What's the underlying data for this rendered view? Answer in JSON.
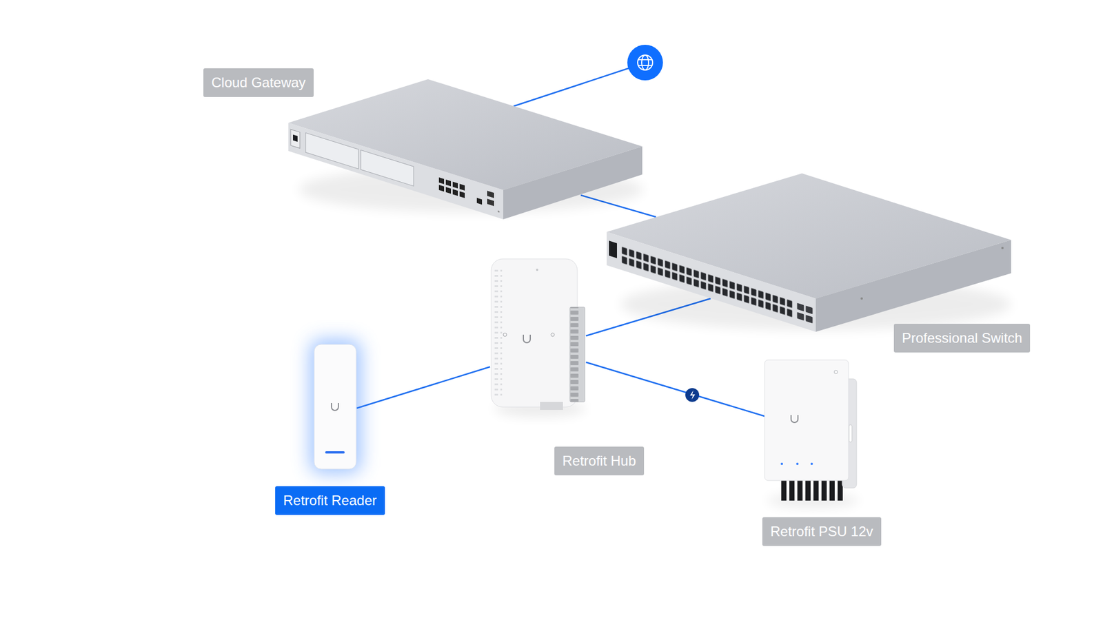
{
  "diagram": {
    "nodes": [
      {
        "text": [
          "Cloud Gateway"
        ]
      },
      {
        "text": [
          "Professional Switch"
        ]
      },
      {
        "text": [
          "Retrofit Hub"
        ]
      },
      {
        "text": [
          "Retrofit Reader"
        ]
      },
      {
        "text": [
          "Retrofit PSU 12v"
        ]
      }
    ],
    "edges": [
      {
        "from": 0,
        "to": 1,
        "arrow": "none"
      },
      {
        "from": 1,
        "to": 2,
        "arrow": "none"
      },
      {
        "from": 2,
        "to": 3,
        "arrow": "none"
      },
      {
        "from": 2,
        "to": 4,
        "arrow": "none"
      }
    ]
  }
}
